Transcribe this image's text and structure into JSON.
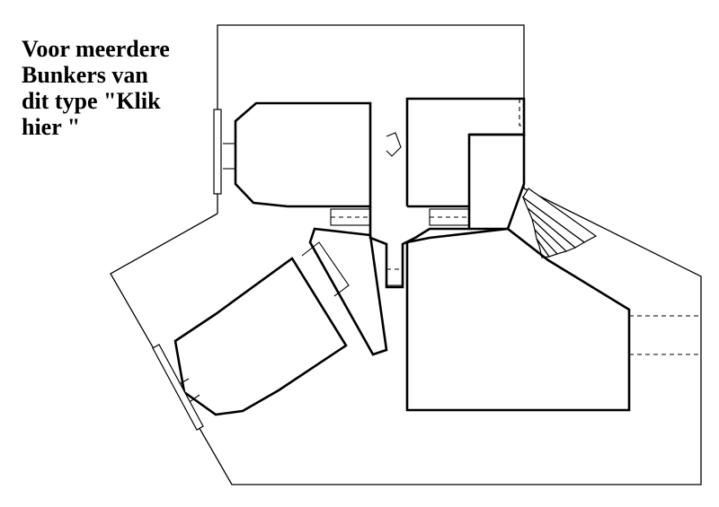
{
  "caption": {
    "line1": "Voor meerdere",
    "line2": "Bunkers van",
    "line3": "dit type \"Klik",
    "line4": "hier \""
  }
}
